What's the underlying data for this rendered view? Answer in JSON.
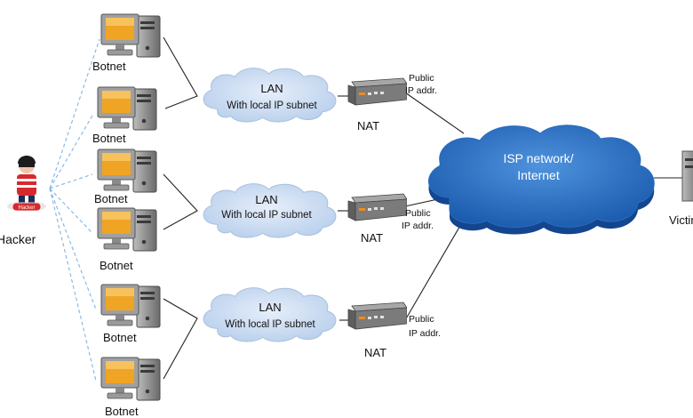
{
  "labels": {
    "hacker": "Hacker",
    "hacker_badge": "Hacker",
    "victim": "Victim",
    "botnet": "Botnet",
    "nat": "NAT",
    "public_line1": "Public",
    "public_line2": "IP addr.",
    "lan_title": "LAN",
    "lan_subtitle": "With local IP subnet",
    "isp_line1": "ISP network/",
    "isp_line2": "Internet"
  },
  "icons": {
    "computer": "computer-icon",
    "router": "router-icon",
    "cloud": "cloud-icon",
    "hacker": "hacker-icon",
    "server": "server-icon"
  },
  "colors": {
    "cloud_light": "#c9dcf2",
    "cloud_dark": "#1f63b5",
    "monitor_frame": "#a0a0a0",
    "monitor_screen": "#f0a424",
    "attack_line": "#7fb6e6",
    "router_body": "#7b7b7b",
    "hacker_red": "#d8282e"
  }
}
